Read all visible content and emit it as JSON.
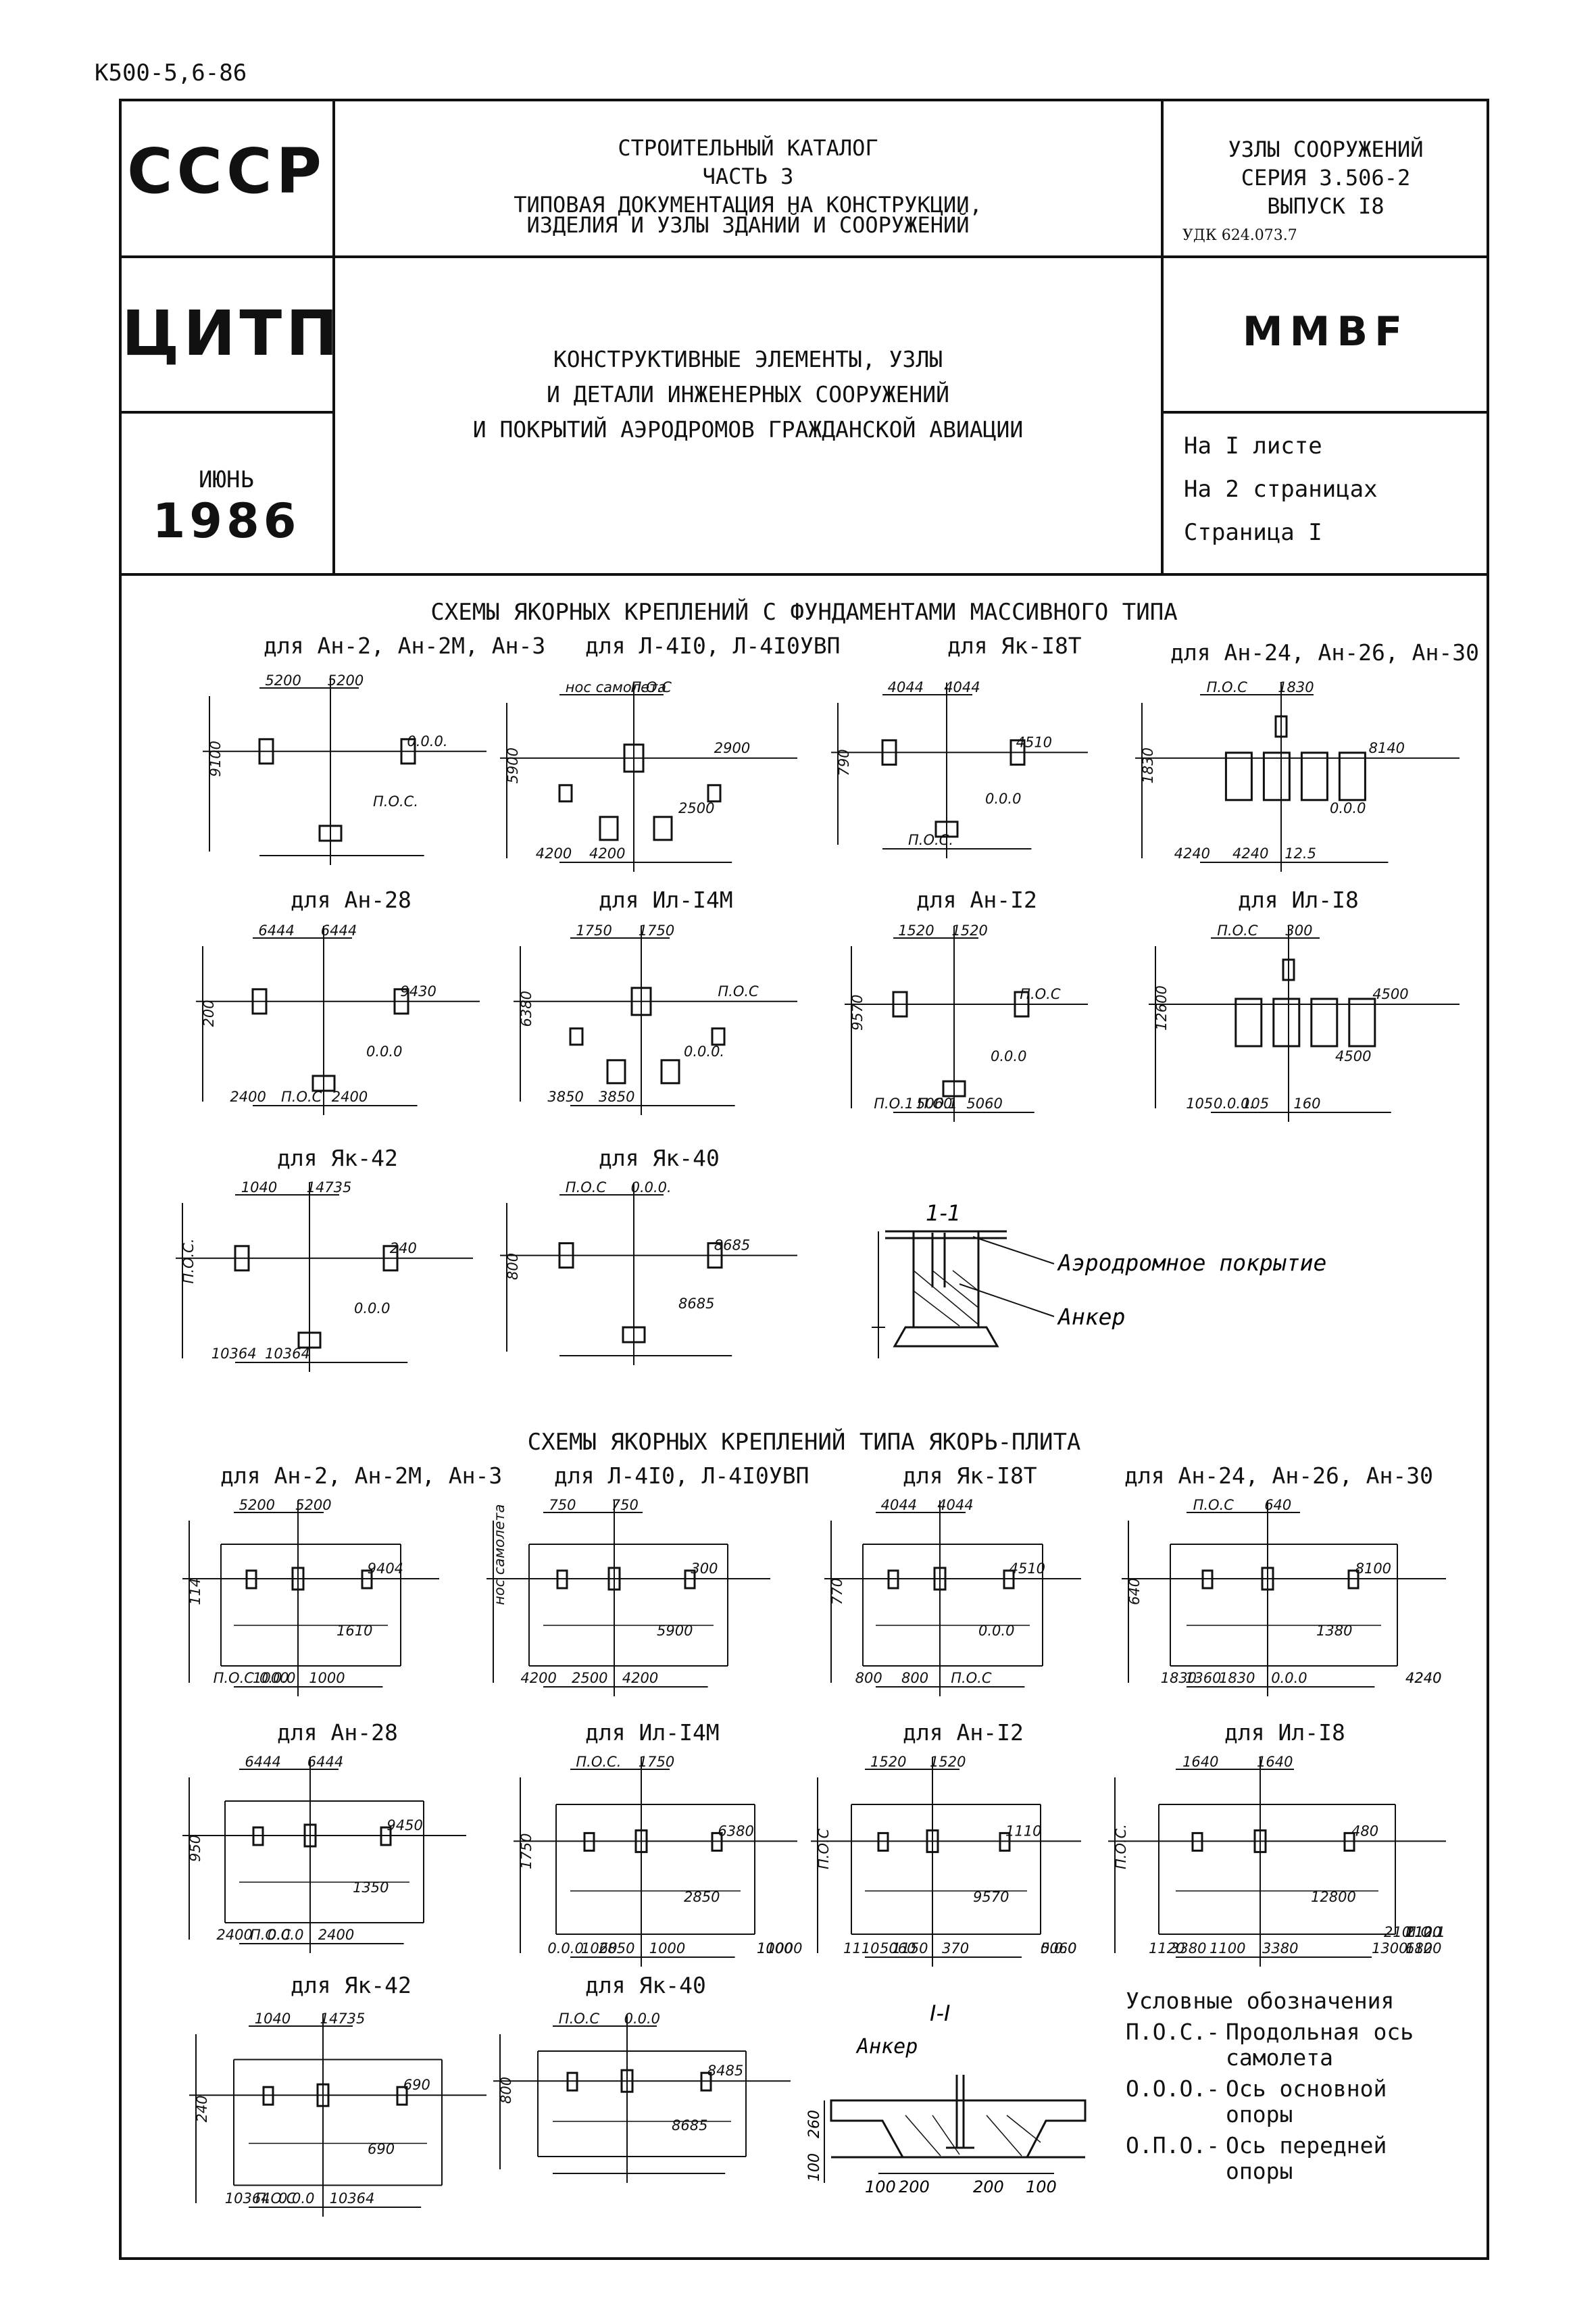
{
  "doc_code": "К500-5,6-86",
  "header": {
    "org1": "СССР",
    "org2": "ЦИТП",
    "month": "ИЮНЬ",
    "year": "1986",
    "catalog_lines": [
      "СТРОИТЕЛЬНЫЙ КАТАЛОГ",
      "ЧАСТЬ 3",
      "ТИПОВАЯ ДОКУМЕНТАЦИЯ НА КОНСТРУКЦИИ,",
      "ИЗДЕЛИЯ И УЗЛЫ ЗДАНИЙ И СООРУЖЕНИЙ"
    ],
    "series_lines": [
      "УЗЛЫ СООРУЖЕНИЙ",
      "СЕРИЯ 3.506-2",
      "ВЫПУСК I8"
    ],
    "udk": "УДК 624.073.7",
    "title_lines": [
      "КОНСТРУКТИВНЫЕ ЭЛЕМЕНТЫ, УЗЛЫ",
      "И ДЕТАЛИ ИНЖЕНЕРНЫХ СООРУЖЕНИЙ",
      "И ПОКРЫТИЙ АЭРОДРОМОВ ГРАЖДАНСКОЙ АВИАЦИИ"
    ],
    "code_mark": "ММВF",
    "sheet_lines": [
      "На I листе",
      "На 2 страницах",
      "Страница I"
    ]
  },
  "section1": {
    "title": "СХЕМЫ ЯКОРНЫХ КРЕПЛЕНИЙ С ФУНДАМЕНТАМИ МАССИВНОГО ТИПА",
    "labels": [
      "для Ан-2, Ан-2М, Ан-3",
      "для Л-4I0, Л-4I0УВП",
      "для Як-I8Т",
      "для Ан-24, Ан-26, Ан-30",
      "для Ан-28",
      "для Ил-I4М",
      "для Ан-I2",
      "для Ил-I8",
      "для Як-42",
      "для Як-40"
    ],
    "section_mark": "1-1",
    "callout_cover": "Аэродромное покрытие",
    "callout_anchor": "Анкер"
  },
  "section2": {
    "title": "СХЕМЫ ЯКОРНЫХ КРЕПЛЕНИЙ ТИПА ЯКОРЬ-ПЛИТА",
    "labels": [
      "для Ан-2, Ан-2М, Ан-3",
      "для Л-4I0, Л-4I0УВП",
      "для Як-I8Т",
      "для Ан-24, Ан-26, Ан-30",
      "для Ан-28",
      "для Ил-I4М",
      "для Ан-I2",
      "для Ил-I8",
      "для Як-42",
      "для Як-40"
    ],
    "section_mark": "I-I",
    "callout_anchor": "Анкер",
    "section_dims": [
      "260",
      "100",
      "100",
      "200",
      "200",
      "100"
    ]
  },
  "legend": {
    "title": "Условные обозначения",
    "items": [
      {
        "code": "П.О.С.-",
        "text1": "Продольная ось",
        "text2": "самолета"
      },
      {
        "code": "О.О.О.-",
        "text1": "Ось основной",
        "text2": "опоры"
      },
      {
        "code": "О.П.О.-",
        "text1": "Ось передней",
        "text2": "опоры"
      }
    ]
  },
  "diagram_text": {
    "d1": [
      "5200",
      "5200",
      "9100",
      "0.0.0.",
      "П.О.С."
    ],
    "d2": [
      "нос самолета",
      "П.О.С",
      "5900",
      "2900",
      "2500",
      "4200",
      "4200"
    ],
    "d3": [
      "4044",
      "4044",
      "790",
      "4510",
      "0.0.0",
      "П.О.С."
    ],
    "d4": [
      "П.О.С",
      "1830",
      "1830",
      "8140",
      "0.0.0",
      "4240",
      "4240",
      "12.5"
    ],
    "d5": [
      "6444",
      "6444",
      "200",
      "9430",
      "0.0.0",
      "П.О.С",
      "2400",
      "2400"
    ],
    "d6": [
      "1750",
      "1750",
      "6380",
      "П.О.С",
      "0.0.0.",
      "3850",
      "3850"
    ],
    "d7": [
      "1520",
      "1520",
      "9570",
      "П.О.С",
      "0.0.0",
      "П.О.1",
      "П.О.1",
      "5060",
      "5060"
    ],
    "d8": [
      "П.О.С",
      "300",
      "12600",
      "4500",
      "4500",
      "105",
      "105",
      "160",
      "0.0.0."
    ],
    "d9": [
      "1040",
      "14735",
      "П.О.С.",
      "240",
      "0.0.0",
      "10364",
      "10364"
    ],
    "d10": [
      "П.О.С",
      "0.0.0.",
      "800",
      "8685",
      "8685"
    ],
    "e1": [
      "5200",
      "5200",
      "114",
      "9404",
      "1610",
      "0.0.0",
      "П.О.С",
      "1000",
      "1000"
    ],
    "e2": [
      "750",
      "750",
      "нос самолета",
      "300",
      "5900",
      "2500",
      "4200",
      "4200"
    ],
    "e3": [
      "4044",
      "4044",
      "770",
      "4510",
      "0.0.0",
      "800",
      "800",
      "П.О.С"
    ],
    "e4": [
      "П.О.С",
      "640",
      "640",
      "8100",
      "1380",
      "1830",
      "1830",
      "0.0.0",
      "1360",
      "4240",
      "4240"
    ],
    "e5": [
      "6444",
      "6444",
      "950",
      "9450",
      "1350",
      "0.0.0",
      "2400",
      "2400",
      "П.О.С"
    ],
    "e6": [
      "П.О.С.",
      "1750",
      "1750",
      "6380",
      "2850",
      "2850",
      "0.0.0",
      "1000",
      "1060",
      "1000",
      "1000",
      "1000"
    ],
    "e7": [
      "1520",
      "1520",
      "П.О.С",
      "1110",
      "9570",
      "1150",
      "1110",
      "370",
      "5060",
      "5060",
      "0.0.0"
    ],
    "e8": [
      "1640",
      "1640",
      "П.О.С.",
      "480",
      "12800",
      "1100",
      "1120",
      "3380",
      "3380",
      "1120",
      "680",
      "1300",
      "210",
      "1120",
      "1120",
      "210",
      "П.О.1"
    ],
    "e9": [
      "1040",
      "14735",
      "240",
      "690",
      "690",
      "0.0.0",
      "10364",
      "10364",
      "П.О.С"
    ],
    "e10": [
      "П.О.С",
      "0.0.0",
      "800",
      "8485",
      "8685"
    ]
  }
}
